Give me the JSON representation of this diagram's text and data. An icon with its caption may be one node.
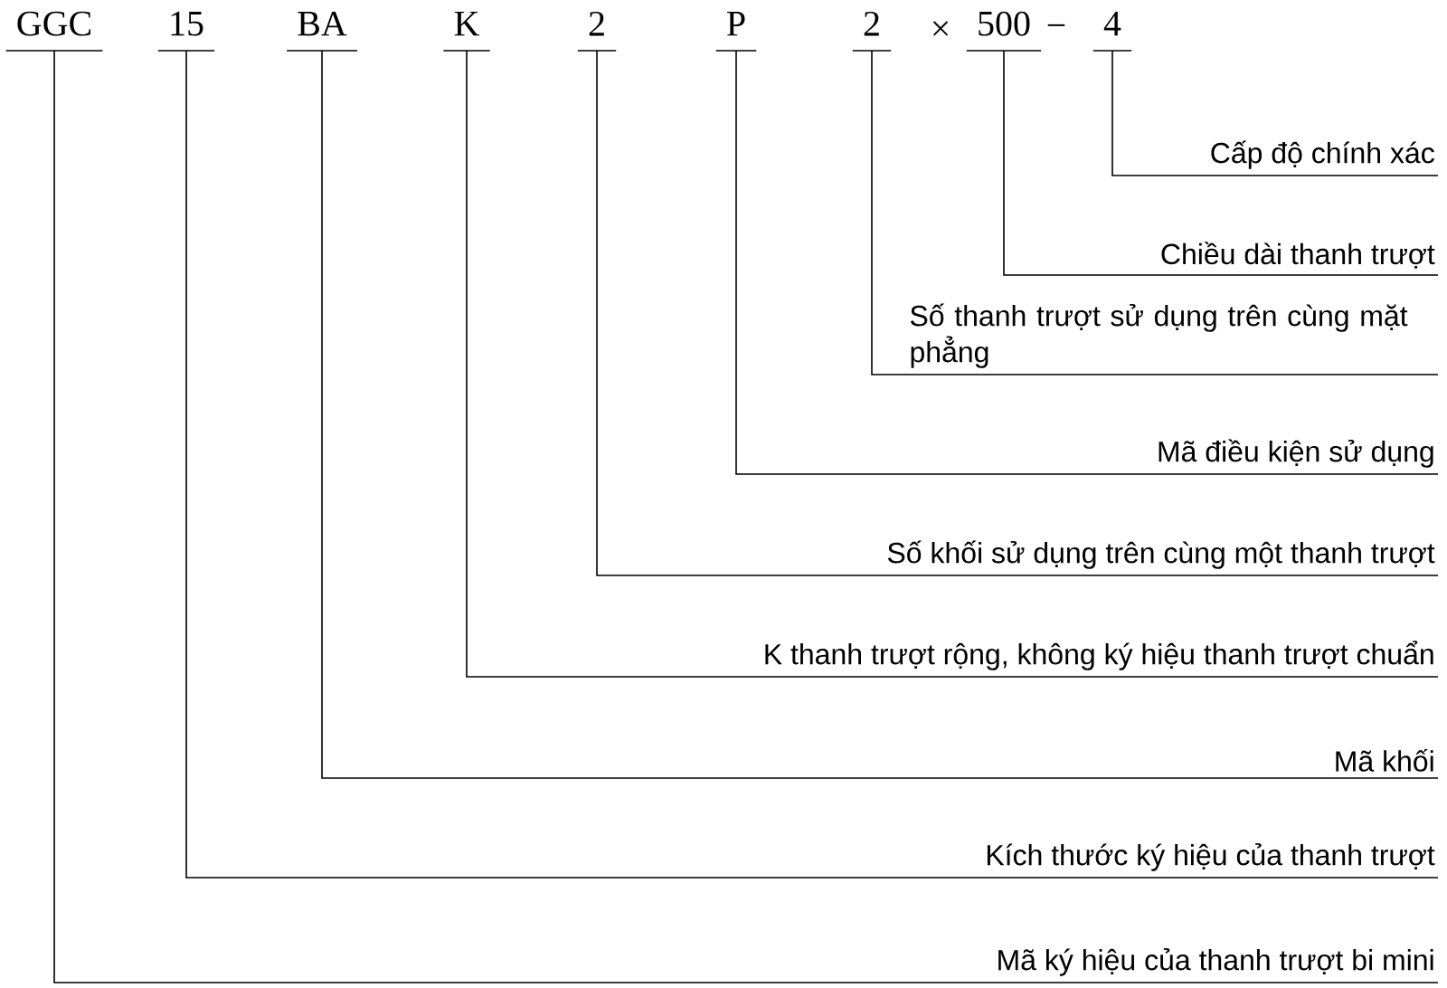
{
  "diagram": {
    "nodes": [
      {
        "text": [
          "GGC"
        ]
      },
      {
        "text": [
          "15"
        ]
      },
      {
        "text": [
          "BA"
        ]
      },
      {
        "text": [
          "K"
        ]
      },
      {
        "text": [
          "2"
        ]
      },
      {
        "text": [
          "P"
        ]
      },
      {
        "text": [
          "2"
        ]
      },
      {
        "text": [
          "500"
        ]
      },
      {
        "text": [
          "4"
        ]
      },
      {
        "text": [
          "Cấp độ chính xác"
        ]
      },
      {
        "text": [
          "Chiều dài thanh trượt"
        ]
      },
      {
        "text": [
          "Số thanh trượt sử dụng trên cùng mặt phẳng"
        ]
      },
      {
        "text": [
          "Mã điều kiện sử dụng"
        ]
      },
      {
        "text": [
          "Số khối sử dụng trên cùng một thanh trượt"
        ]
      },
      {
        "text": [
          "K thanh trượt rộng, không ký hiệu thanh trượt chuẩn"
        ]
      },
      {
        "text": [
          "Mã khối"
        ]
      },
      {
        "text": [
          "Kích thước ký hiệu của thanh trượt"
        ]
      },
      {
        "text": [
          "Mã ký hiệu của thanh trượt bi mini"
        ]
      }
    ],
    "edges": [
      {
        "from": 8,
        "to": 9,
        "arrow": "none"
      },
      {
        "from": 7,
        "to": 10,
        "arrow": "none"
      },
      {
        "from": 6,
        "to": 11,
        "arrow": "none"
      },
      {
        "from": 5,
        "to": 12,
        "arrow": "none"
      },
      {
        "from": 4,
        "to": 13,
        "arrow": "none"
      },
      {
        "from": 3,
        "to": 14,
        "arrow": "none"
      },
      {
        "from": 2,
        "to": 15,
        "arrow": "none"
      },
      {
        "from": 1,
        "to": 16,
        "arrow": "none"
      },
      {
        "from": 0,
        "to": 17,
        "arrow": "none"
      }
    ],
    "labels": [
      "×",
      "−"
    ]
  }
}
